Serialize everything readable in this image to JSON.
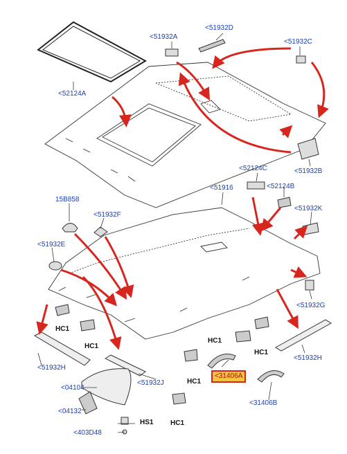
{
  "labels": {
    "p52124a": "<52124A",
    "p51932a": "<51932A",
    "p51932d": "<51932D",
    "p51932c": "<51932C",
    "p51932b": "<51932B",
    "p52124c": "<52124C",
    "p52124b": "<52124B",
    "p51916": "<51916",
    "p51932k": "<51932K",
    "p15b858": "15B858",
    "p51932f": "<51932F",
    "p51932e": "<51932E",
    "p51932g": "<51932G",
    "p51932h_left": "<51932H",
    "p51932h_right": "<51932H",
    "p51932j": "<51932J",
    "p04104": "<04104",
    "p04132": "<04132",
    "p403d48": "<403D48",
    "p31406a": "<31406A",
    "p31406b": "<31406B",
    "hs1": "HS1",
    "hc1_a": "HC1",
    "hc1_b": "HC1",
    "hc1_c": "HC1",
    "hc1_d": "HC1",
    "hc1_e": "HC1",
    "hc1_f": "HC1"
  },
  "colors": {
    "arrow": "#d7261e",
    "label": "#1a3fb3",
    "highlight_fill": "#f5c242",
    "highlight_border": "#d0261c"
  }
}
